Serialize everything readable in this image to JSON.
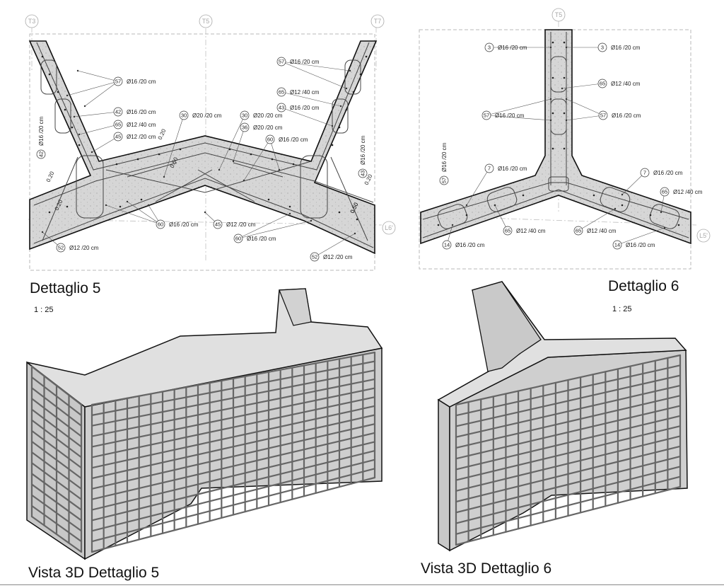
{
  "titles": {
    "detail5": "Dettaglio 5",
    "detail6": "Dettaglio 6",
    "view3d5": "Vista 3D Dettaglio 5",
    "view3d6": "Vista 3D Dettaglio 6"
  },
  "scales": {
    "detail5": "1 : 25",
    "detail6": "1 : 25"
  },
  "grid_labels": {
    "t3": "T3",
    "t5a": "T5",
    "t7": "T7",
    "t5b": "T5",
    "l6": "L6'",
    "l5": "L5'"
  },
  "detail5": {
    "callouts": [
      {
        "mark": "57",
        "text": "Ø16 /20 cm"
      },
      {
        "mark": "42",
        "text": "Ø16 /20 cm"
      },
      {
        "mark": "65",
        "text": "Ø12 /40 cm"
      },
      {
        "mark": "45",
        "text": "Ø12 /20 cm"
      },
      {
        "mark": "30",
        "text": "Ø20 /20 cm"
      },
      {
        "mark": "30",
        "text": "Ø20 /20 cm"
      },
      {
        "mark": "36",
        "text": "Ø20 /20 cm"
      },
      {
        "mark": "60",
        "text": "Ø16 /20 cm"
      },
      {
        "mark": "57",
        "text": "Ø16 /20 cm"
      },
      {
        "mark": "65",
        "text": "Ø12 /40 cm"
      },
      {
        "mark": "43",
        "text": "Ø16 /20 cm"
      },
      {
        "mark": "60",
        "text": "Ø16 /20 cm"
      },
      {
        "mark": "45",
        "text": "Ø12 /20 cm"
      },
      {
        "mark": "60",
        "text": "Ø16 /20 cm"
      },
      {
        "mark": "52",
        "text": "Ø12 /20 cm"
      },
      {
        "mark": "52",
        "text": "Ø12 /20 cm"
      }
    ],
    "vertical_callouts": [
      {
        "mark": "42",
        "text": "Ø16 /20 cm"
      },
      {
        "mark": "43",
        "text": "Ø16 /20 cm"
      }
    ],
    "dims": [
      "0.20",
      "0.20",
      "0.50",
      "0.20",
      "0.50",
      "0.20",
      "0.50"
    ]
  },
  "detail6": {
    "callouts": [
      {
        "mark": "3",
        "text": "Ø16 /20 cm"
      },
      {
        "mark": "3",
        "text": "Ø16 /20 cm"
      },
      {
        "mark": "65",
        "text": "Ø12 /40 cm"
      },
      {
        "mark": "57",
        "text": "Ø16 /20 cm"
      },
      {
        "mark": "57",
        "text": "Ø16 /20 cm"
      },
      {
        "mark": "7",
        "text": "Ø16 /20 cm"
      },
      {
        "mark": "7",
        "text": "Ø16 /20 cm"
      },
      {
        "mark": "65",
        "text": "Ø12 /40 cm"
      },
      {
        "mark": "65",
        "text": "Ø12 /40 cm"
      },
      {
        "mark": "65",
        "text": "Ø12 /40 cm"
      },
      {
        "mark": "14",
        "text": "Ø16 /20 cm"
      },
      {
        "mark": "14",
        "text": "Ø16 /20 cm"
      }
    ],
    "vertical_callouts": [
      {
        "mark": "57",
        "text": "Ø16 /20 cm"
      }
    ]
  },
  "colors": {
    "concrete": "#d4d4d4",
    "concrete_3d": "#cfcfcf",
    "concrete_top": "#e2e2e2",
    "rebar": "#555555",
    "rebar_3d": "#6a6a6a",
    "outline": "#111111",
    "grid_line": "#b0b0b0"
  }
}
